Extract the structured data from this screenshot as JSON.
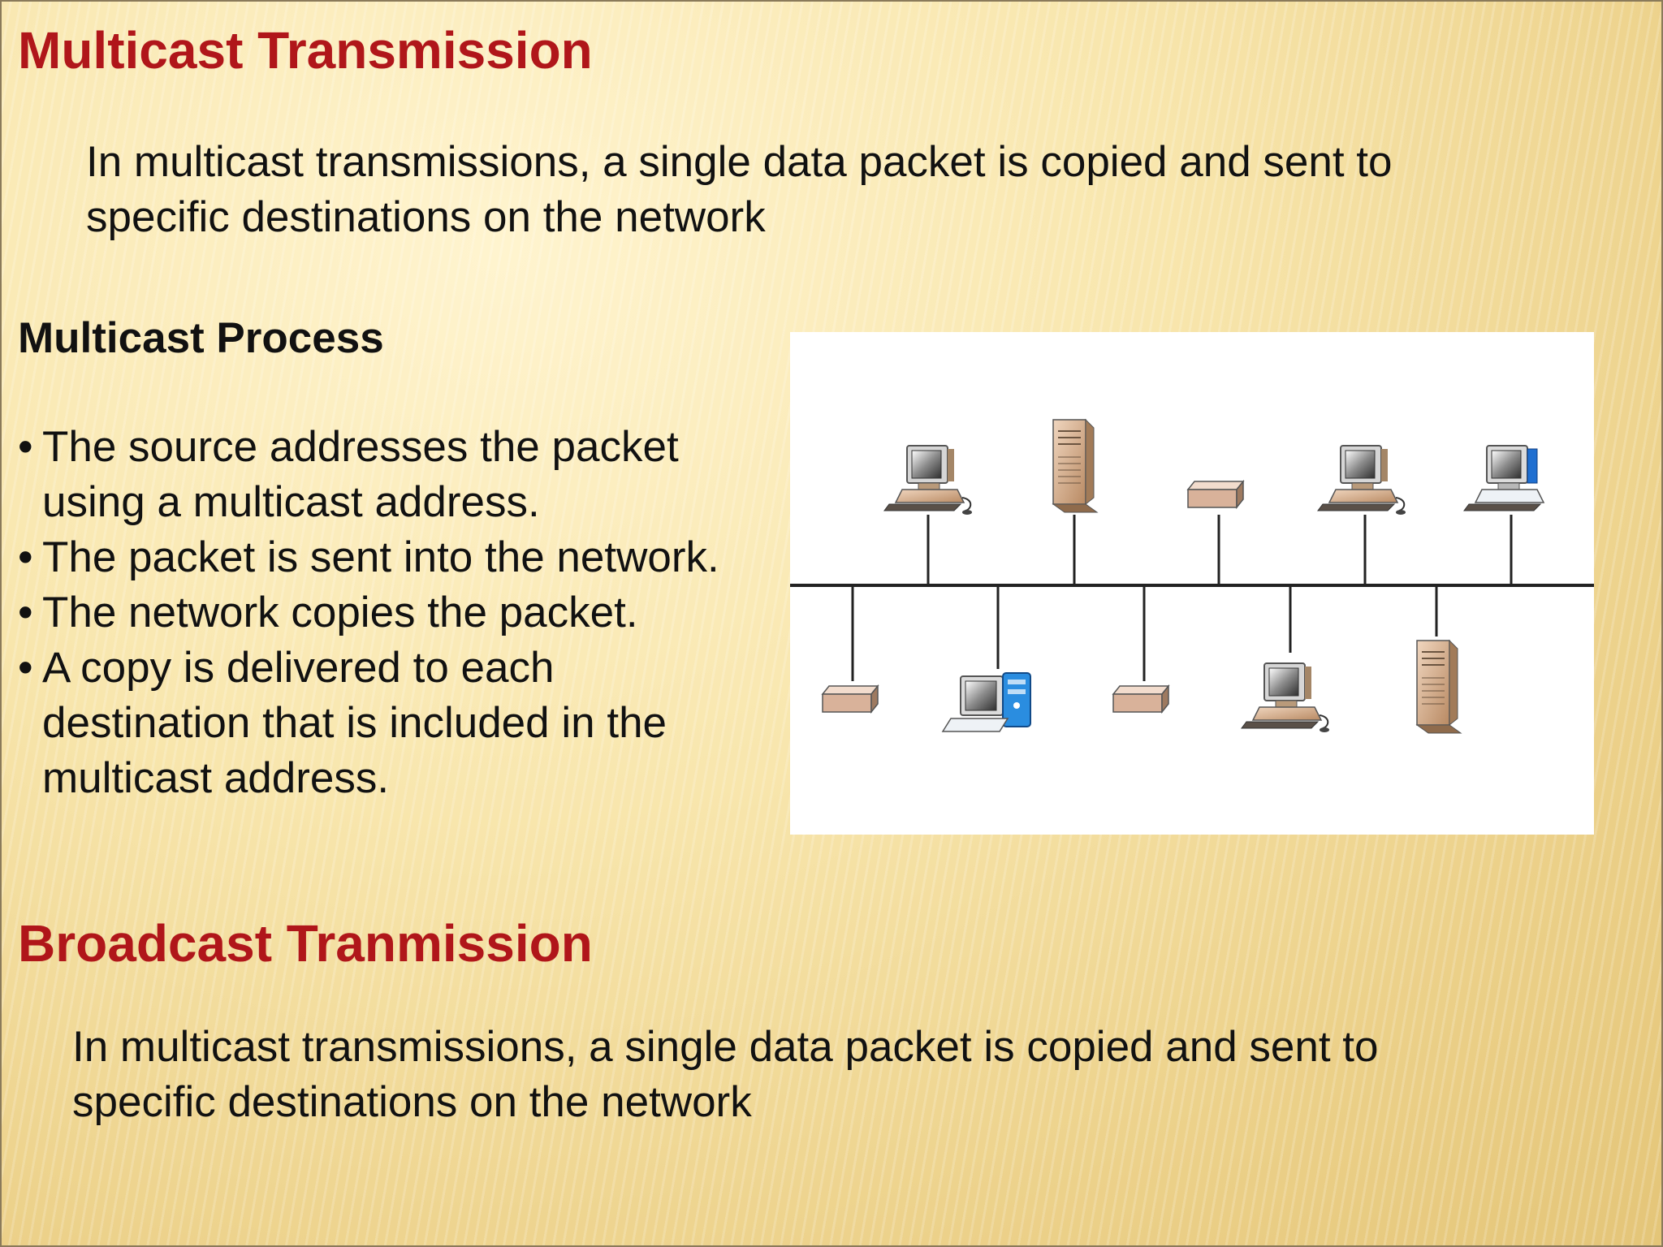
{
  "slide": {
    "title_multicast": "Multicast Transmission",
    "multicast_definition": "In multicast transmissions, a single data packet is copied and sent to specific destinations on the network",
    "process_heading": "Multicast Process",
    "process_steps": [
      "The source addresses the packet using a multicast address.",
      "The packet is sent into the network.",
      "The network copies the packet.",
      "A copy is delivered to each destination that is included in the multicast address."
    ],
    "title_broadcast": "Broadcast Tranmission",
    "broadcast_definition": "In multicast transmissions, a single data packet is copied and sent to specific destinations on the network"
  },
  "diagram": {
    "top_devices": [
      "desktop-computer-icon",
      "tower-server-icon",
      "network-device-icon",
      "desktop-computer-icon",
      "desktop-computer-icon"
    ],
    "bottom_devices": [
      "network-device-icon",
      "desktop-computer-icon",
      "network-device-icon",
      "desktop-computer-icon",
      "tower-server-icon"
    ],
    "colors": {
      "device_tan": "#c9a582",
      "monitor_gray": "#d6d6d6",
      "blue_accent": "#1f6fd1",
      "bus_line": "#222222"
    }
  }
}
